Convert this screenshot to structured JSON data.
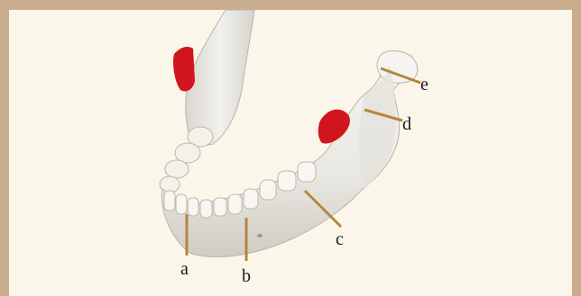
{
  "figure": {
    "labels": {
      "a": "a",
      "b": "b",
      "c": "c",
      "d": "d",
      "e": "e"
    },
    "colors": {
      "frame": "#c9ad8e",
      "background": "#fbf6ea",
      "bone": "#eeece6",
      "bone_shadow": "#c9c6be",
      "muscle_attachment": "#d0161c",
      "leader_line": "#b5873b"
    }
  }
}
